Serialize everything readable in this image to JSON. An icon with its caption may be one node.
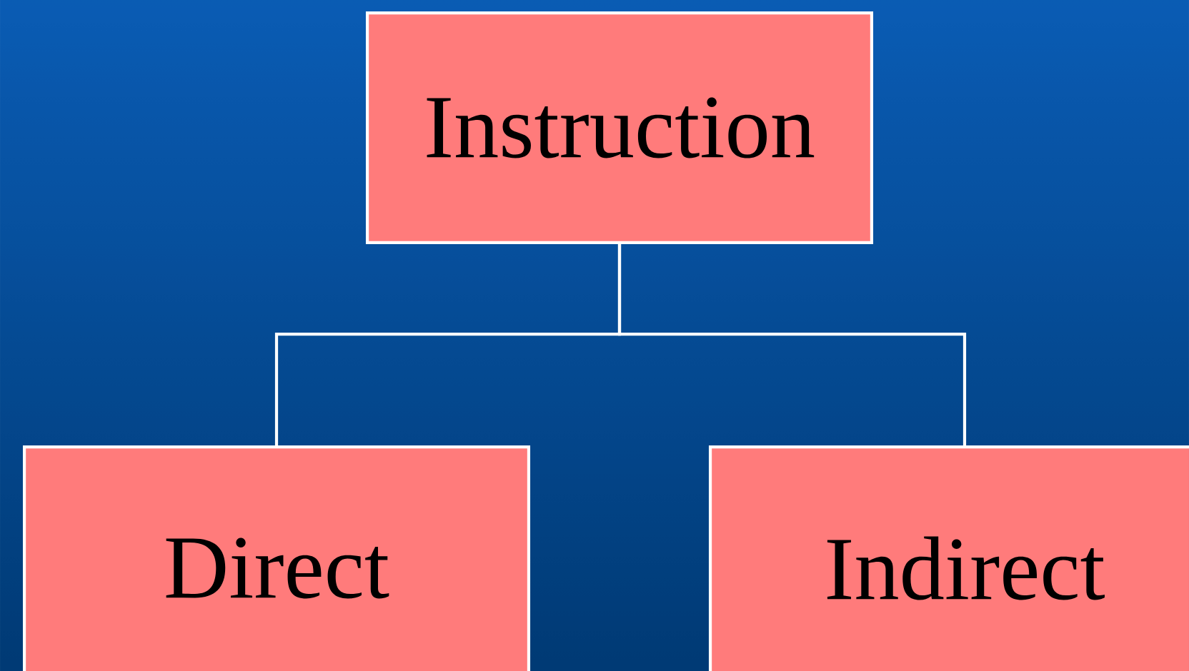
{
  "diagram": {
    "nodes": [
      {
        "text": [
          "Instruction"
        ]
      },
      {
        "text": [
          "Direct"
        ]
      },
      {
        "text": [
          "Indirect"
        ]
      }
    ],
    "edges": [
      {
        "from": 0,
        "to": 1,
        "arrow": "none"
      },
      {
        "from": 0,
        "to": 2,
        "arrow": "none"
      }
    ]
  }
}
